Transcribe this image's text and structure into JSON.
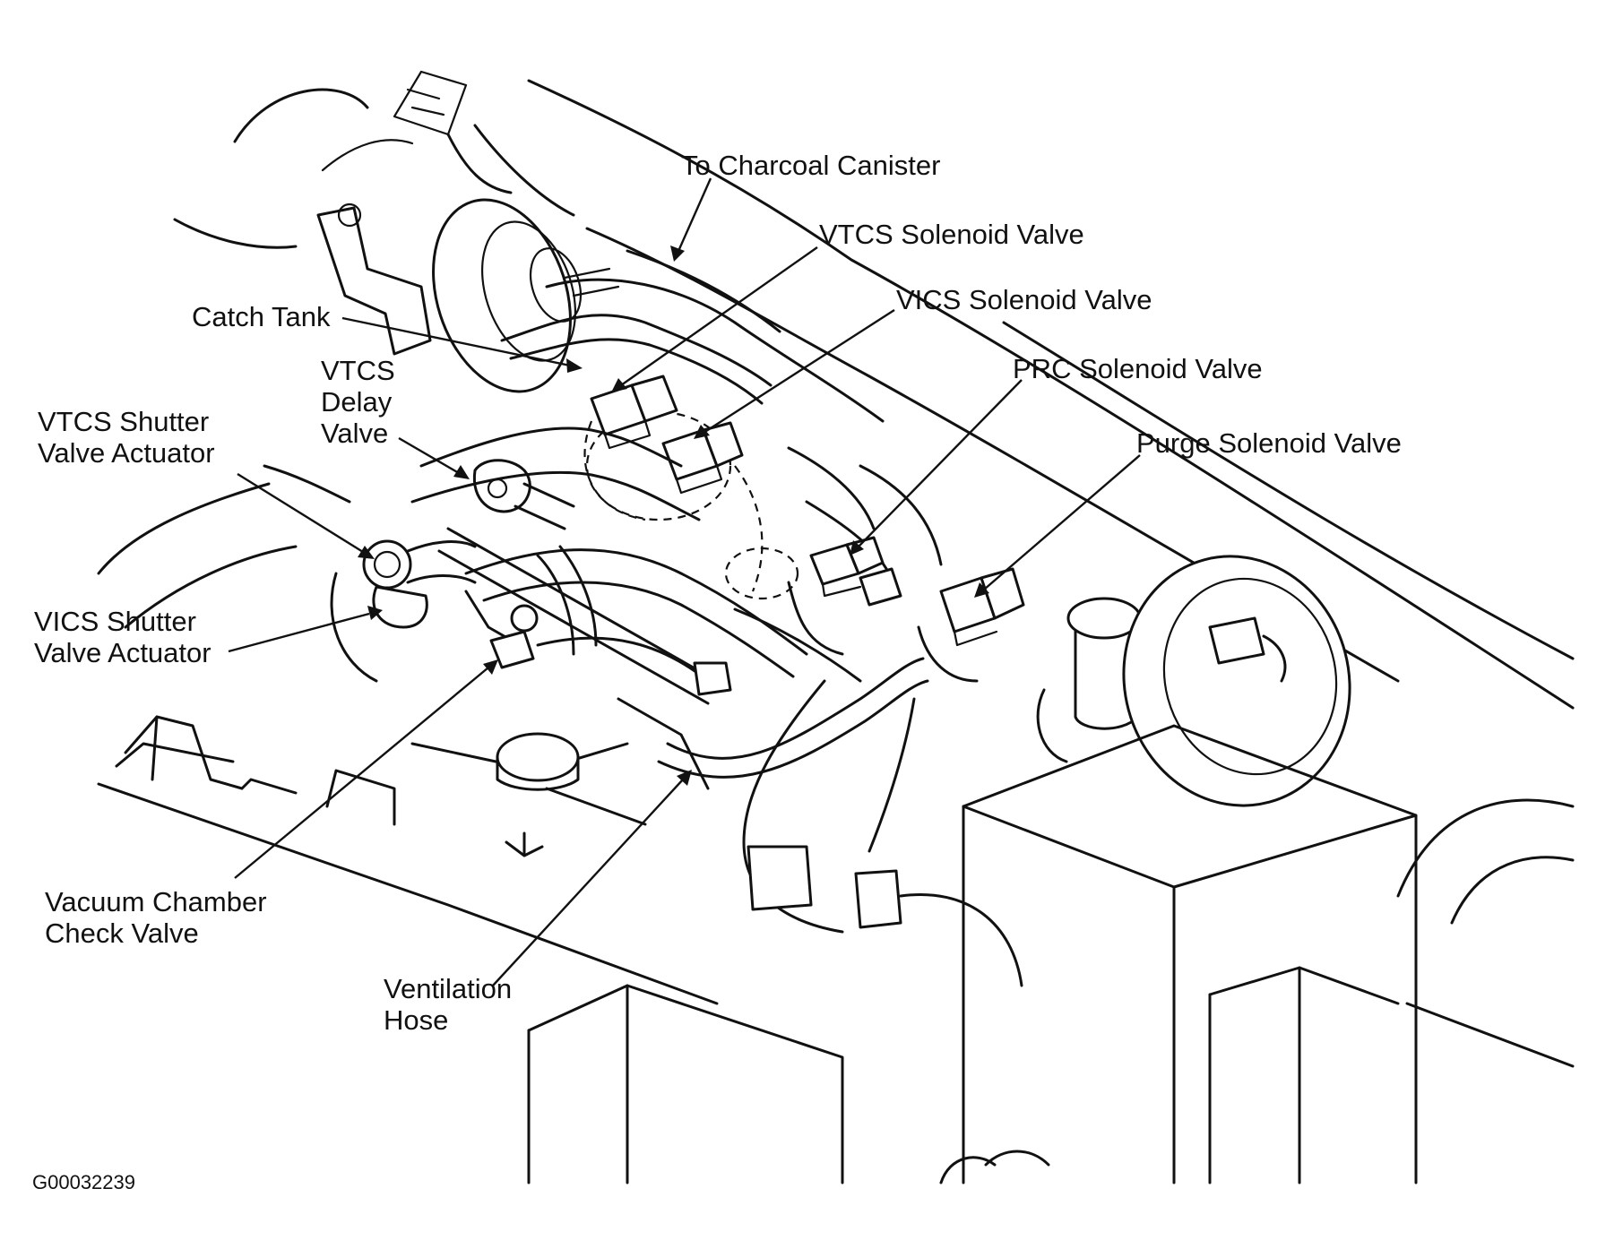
{
  "labels": {
    "charcoal_canister": "To Charcoal Canister",
    "vtcs_solenoid": "VTCS Solenoid Valve",
    "vics_solenoid": "VICS Solenoid Valve",
    "catch_tank": "Catch Tank",
    "prc_solenoid": "PRC Solenoid Valve",
    "vtcs_delay": [
      "VTCS",
      "Delay",
      "Valve"
    ],
    "vtcs_shutter": [
      "VTCS Shutter",
      "Valve Actuator"
    ],
    "purge_solenoid": "Purge Solenoid Valve",
    "vics_shutter": [
      "VICS Shutter",
      "Valve Actuator"
    ],
    "vacuum_chamber": [
      "Vacuum Chamber",
      "Check Valve"
    ],
    "ventilation_hose": [
      "Ventilation",
      "Hose"
    ]
  },
  "figure_code": "G00032239"
}
